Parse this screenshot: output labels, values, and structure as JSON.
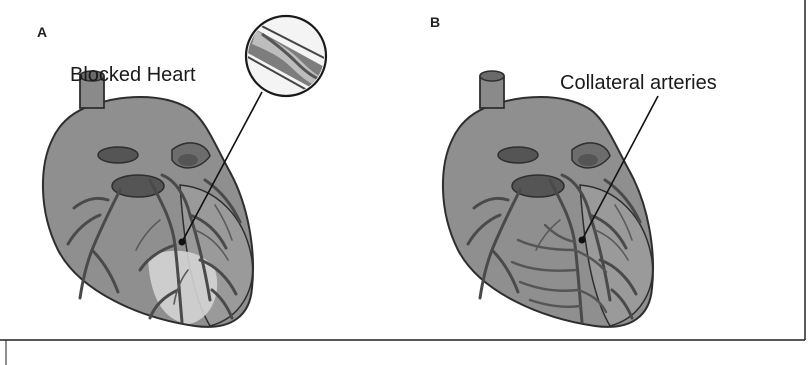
{
  "panels": [
    {
      "letter": "A",
      "label": "Blocked Heart"
    },
    {
      "letter": "B",
      "label": "Collateral arteries"
    }
  ],
  "colors": {
    "heart_fill": "#8f8f8f",
    "heart_outline": "#2e2e2e",
    "vessel": "#4a4a4a",
    "damaged_area": "#d4d4d4",
    "leader_line": "#111111"
  }
}
